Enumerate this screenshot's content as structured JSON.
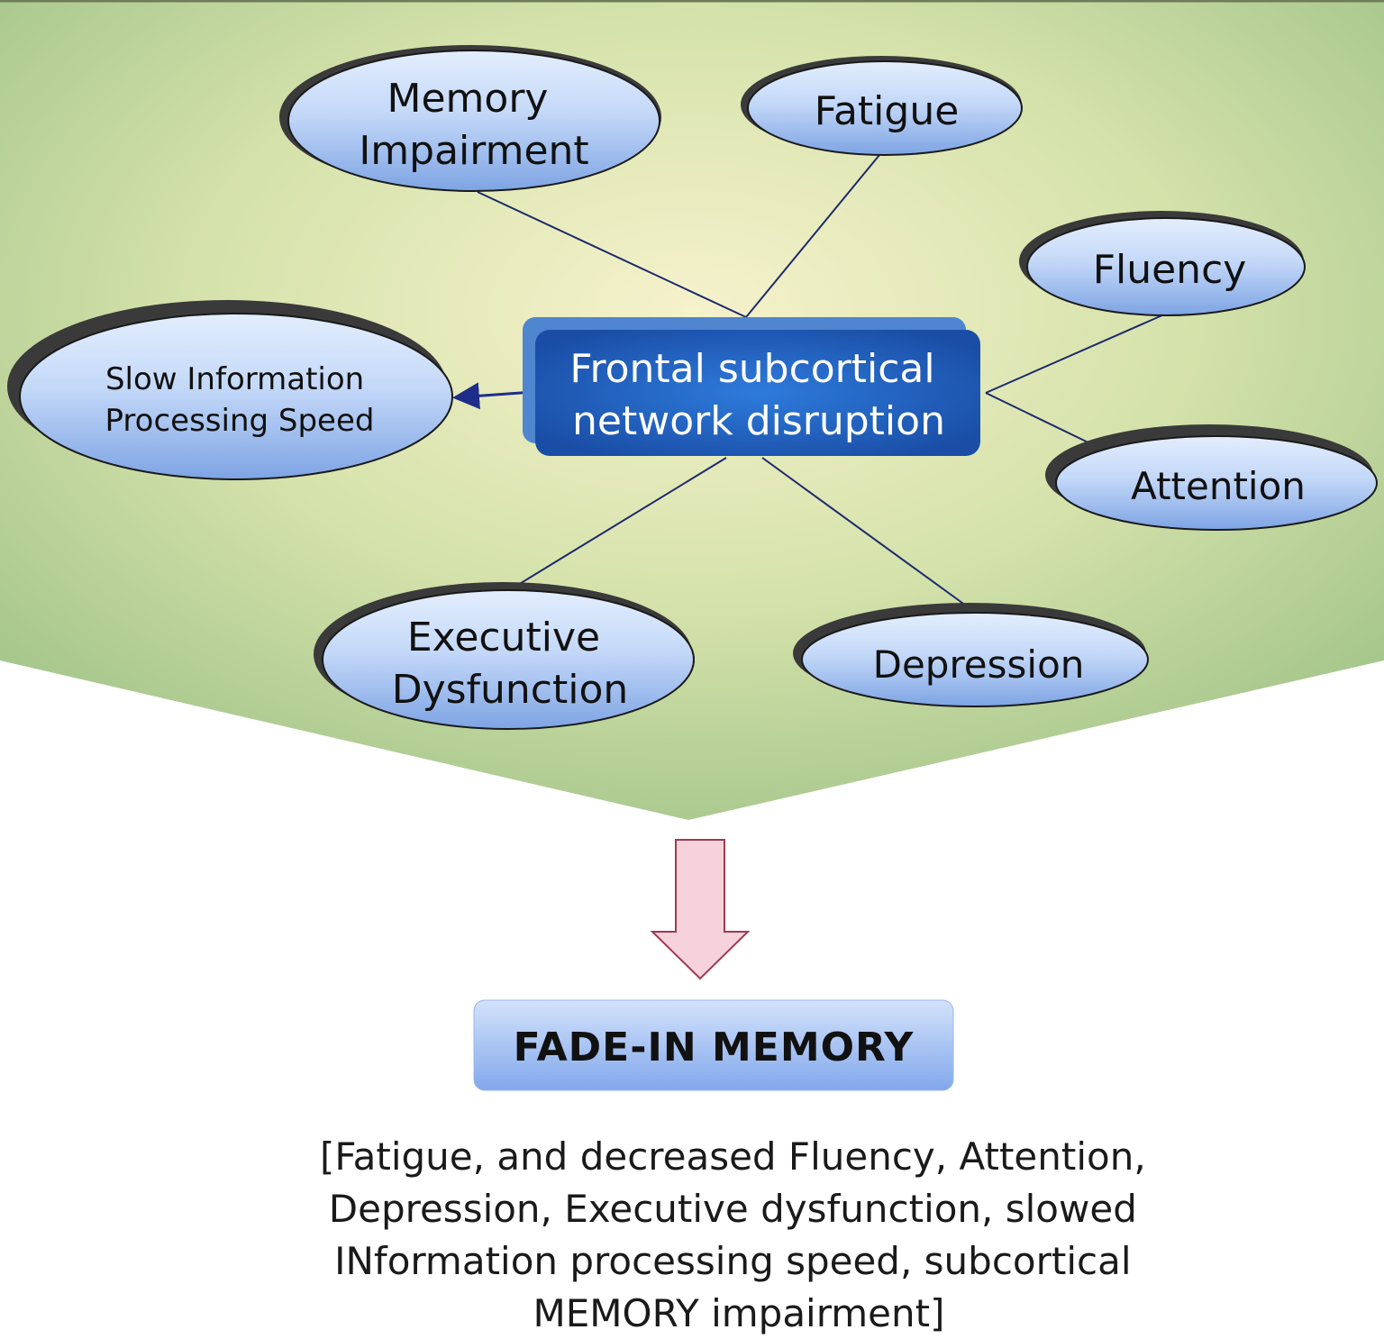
{
  "center": {
    "lines": [
      "Frontal subcortical",
      "network disruption"
    ]
  },
  "nodes": [
    {
      "id": "memory-impairment",
      "lines": [
        "Memory",
        "Impairment"
      ]
    },
    {
      "id": "fatigue",
      "lines": [
        "Fatigue"
      ]
    },
    {
      "id": "fluency",
      "lines": [
        "Fluency"
      ]
    },
    {
      "id": "slow-information-processing-speed",
      "lines": [
        "Slow Information",
        "Processing Speed"
      ]
    },
    {
      "id": "attention",
      "lines": [
        "Attention"
      ]
    },
    {
      "id": "executive-dysfunction",
      "lines": [
        "Executive",
        "Dysfunction"
      ]
    },
    {
      "id": "depression",
      "lines": [
        "Depression"
      ]
    }
  ],
  "result": {
    "label": "FADE-IN MEMORY"
  },
  "summary": {
    "lines": [
      "[Fatigue, and decreased Fluency, Attention,",
      "Depression, Executive dysfunction, slowed",
      "INformation processing speed, subcortical",
      "MEMORY impairment]"
    ]
  },
  "colors": {
    "panel_edge": "#a9c98f",
    "panel_center": "#f3f0c6",
    "node_fill_light": "#dbe8fb",
    "node_fill_dark": "#7fa5e6",
    "center_box": "#1f5bb5",
    "connector": "#1c2a6b",
    "arrow_fill": "#f6d3dc",
    "arrow_stroke": "#a03a50",
    "result_box_top": "#c7dbfa",
    "result_box_bottom": "#85aaee"
  }
}
